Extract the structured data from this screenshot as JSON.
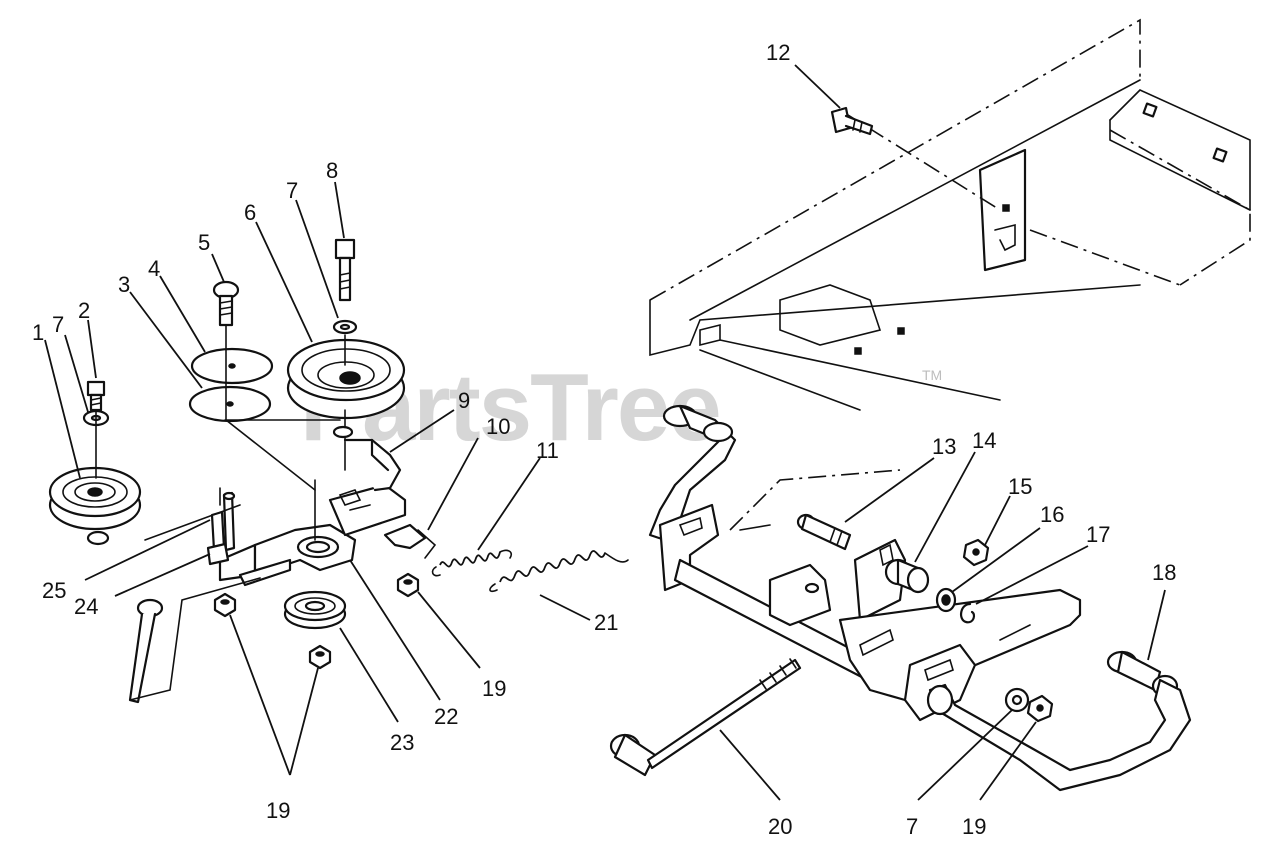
{
  "watermark": {
    "text": "PartsTree",
    "trademark": "TM"
  },
  "callouts": {
    "c1": "1",
    "c2": "2",
    "c3": "3",
    "c4": "4",
    "c5": "5",
    "c6": "6",
    "c7a": "7",
    "c7b": "7",
    "c7c": "7",
    "c8": "8",
    "c9": "9",
    "c10": "10",
    "c11": "11",
    "c12": "12",
    "c13": "13",
    "c14": "14",
    "c15": "15",
    "c16": "16",
    "c17": "17",
    "c18": "18",
    "c19a": "19",
    "c19b": "19",
    "c19c": "19",
    "c20": "20",
    "c21": "21",
    "c22": "22",
    "c23": "23",
    "c24": "24",
    "c25": "25"
  }
}
